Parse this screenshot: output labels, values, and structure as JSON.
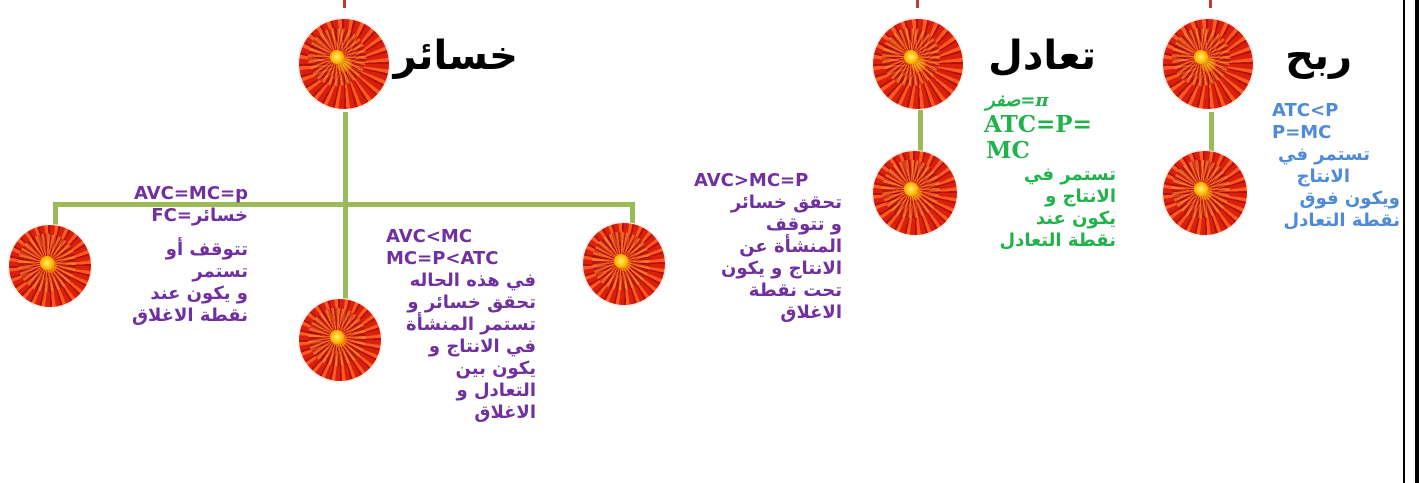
{
  "losses": {
    "title": "خسائر",
    "branches": [
      {
        "lines": [
          "AVC=MC=p",
          "خسائر=FC",
          "",
          "تتوقف أو",
          "تستمر",
          "و يكون عند",
          "نقطة الاغلاق"
        ]
      },
      {
        "lines": [
          "AVC<MC",
          "MC=P<ATC",
          "في هذه الحاله",
          "تحقق خسائر و",
          "تستمر المنشأة",
          "في الانتاج و",
          "يكون بين",
          "التعادل و",
          "الاغلاق"
        ]
      },
      {
        "lines": [
          "AVC>MC=P",
          "تحقق خسائر",
          "و تتوقف",
          "المنشأة عن",
          "الانتاج و يكون",
          "تحت نقطة",
          "الاغلاق"
        ]
      }
    ]
  },
  "breakeven": {
    "title": "تعادل",
    "lines": [
      "صفر=π",
      "ATC=P=",
      "MC",
      "تستمر في",
      "الانتاج و",
      "يكون عند",
      "نقطة التعادل"
    ]
  },
  "profit": {
    "title": "ربح",
    "lines": [
      "ATC<P",
      "P=MC",
      "تستمر في",
      "الانتاج",
      "ويكون فوق",
      "نقطة التعادل"
    ]
  },
  "colors": {
    "losses_text": "#7030a0",
    "breakeven_text": "#21b24b",
    "profit_text": "#4f8ad8",
    "connector": "#9bbb59"
  },
  "icons": [
    "flower-icon"
  ]
}
